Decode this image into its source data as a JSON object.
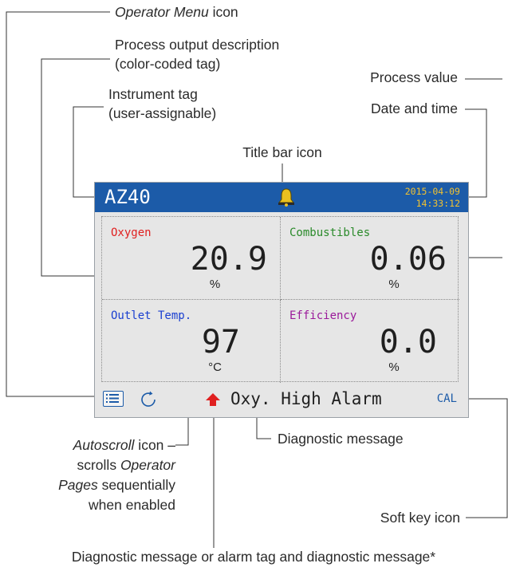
{
  "callouts": {
    "operator_menu_em": "Operator Menu",
    "operator_menu_rest": " icon",
    "process_output_line1": "Process output description",
    "process_output_line2": "(color-coded tag)",
    "instrument_tag_line1": "Instrument tag",
    "instrument_tag_line2": "(user-assignable)",
    "title_bar_icon": "Title bar icon",
    "process_value": "Process value",
    "date_time": "Date and time",
    "autoscroll_em": "Autoscroll",
    "autoscroll_rest1": " icon –",
    "autoscroll_line2a": "scrolls ",
    "autoscroll_line2b": "Operator",
    "autoscroll_line3a": "Pages",
    "autoscroll_line3b": " sequentially",
    "autoscroll_line4": "when enabled",
    "diagnostic_message": "Diagnostic message",
    "soft_key_icon": "Soft key icon",
    "bottom_note": "Diagnostic message or alarm tag and diagnostic message*"
  },
  "screen": {
    "tag": "AZ40",
    "date": "2015-04-09",
    "time": "14:33:12",
    "title_icon": "bell-alarm-icon",
    "cells": [
      {
        "name": "Oxygen",
        "value": "20.9",
        "unit": "%",
        "color": "#e02020"
      },
      {
        "name": "Combustibles",
        "value": "0.06",
        "unit": "%",
        "color": "#2a8a2a"
      },
      {
        "name": "Outlet Temp.",
        "value": "97",
        "unit": "°C",
        "color": "#1a3fd0"
      },
      {
        "name": "Efficiency",
        "value": "0.0",
        "unit": "%",
        "color": "#9a1a9a"
      }
    ],
    "diagnostic": "Oxy. High Alarm",
    "softkey": "CAL",
    "titlebar_color": "#1c5ba8",
    "alarm_color": "#e02020"
  }
}
